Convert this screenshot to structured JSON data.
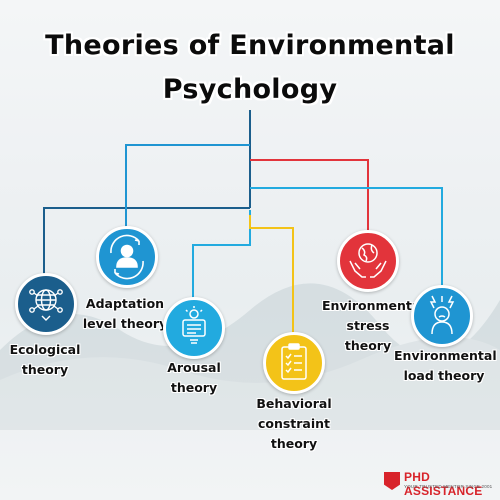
{
  "title": {
    "line1": "Theories of Environmental",
    "line2": "Psychology"
  },
  "theories": [
    {
      "label": "Ecological theory",
      "icon": "globe-network-icon",
      "color": "#1b5e8c"
    },
    {
      "label": "Adaptation level theory",
      "icon": "person-cycle-icon",
      "color": "#1f95d2"
    },
    {
      "label": "Arousal theory",
      "icon": "lightbulb-idea-icon",
      "color": "#22aadf"
    },
    {
      "label": "Behavioral constraint theory",
      "icon": "clipboard-checklist-icon",
      "color": "#f3c318"
    },
    {
      "label": "Environmental stress theory",
      "icon": "earth-hands-icon",
      "color": "#e2343b"
    },
    {
      "label": "Environmental load theory",
      "icon": "stressed-head-icon",
      "color": "#1f95d2"
    }
  ],
  "logo": {
    "name": "PHD ASSISTANCE",
    "tagline": "YOUR TRUSTED MENTOR SINCE 2001"
  }
}
